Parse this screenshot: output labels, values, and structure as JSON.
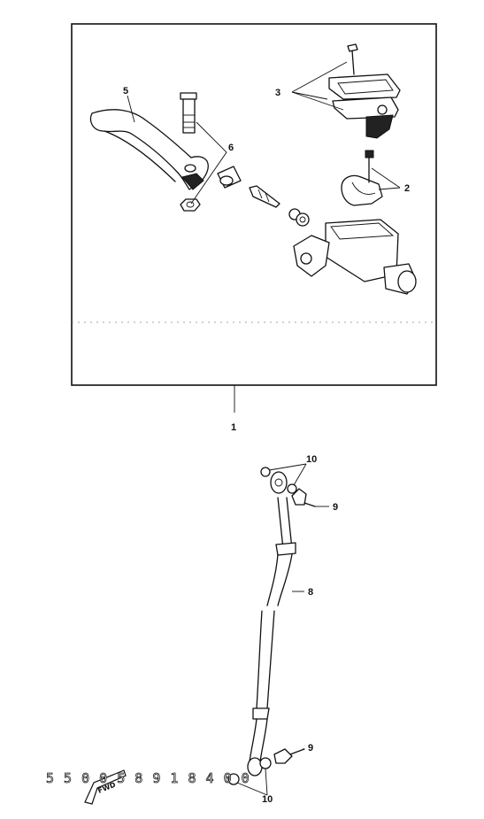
{
  "callouts": {
    "c1": "1",
    "c2": "2",
    "c3": "3",
    "c5": "5",
    "c6": "6",
    "c8": "8",
    "c9_top": "9",
    "c9_bottom": "9",
    "c10_top": "10",
    "c10_bottom": "10"
  },
  "catalog_code": "5 5 0 0 5 8 9 1 8 4 0 0",
  "fwd_label": "FWD",
  "line_color": "#111111"
}
